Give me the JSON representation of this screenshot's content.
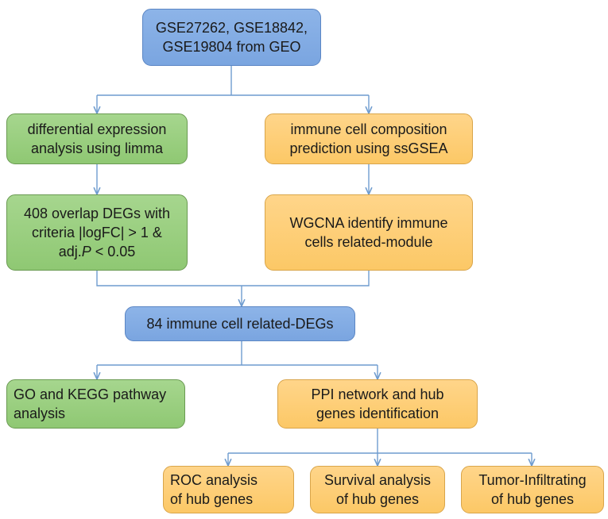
{
  "nodes": {
    "source": "GSE27262, GSE18842,\nGSE19804 from GEO",
    "limma": "differential expression\nanalysis using limma",
    "ssgsea": "immune cell composition\nprediction using ssGSEA",
    "overlap_degs_prefix": "408 overlap DEGs with\ncriteria |logFC| > 1 &\nadj.",
    "overlap_degs_p": "P",
    "overlap_degs_suffix": " < 0.05",
    "wgcna": "WGCNA identify immune\ncells related-module",
    "immune_degs": "84 immune cell related-DEGs",
    "go_kegg": "GO and KEGG pathway\nanalysis",
    "ppi": "PPI network and hub\ngenes identification",
    "roc": "ROC analysis\nof hub genes",
    "survival": "Survival analysis\nof hub genes",
    "tumor_infiltrating": "Tumor-Infiltrating\nof hub genes"
  },
  "colors": {
    "blue": "#7aa5e0",
    "green": "#8fc873",
    "orange": "#fcc866",
    "connector": "#6f9ccf"
  }
}
